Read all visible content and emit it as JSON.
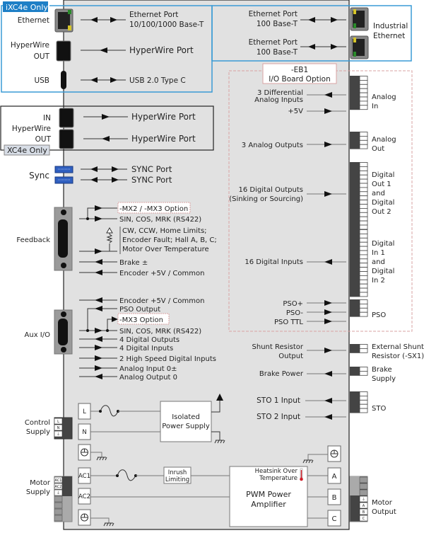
{
  "groups": {
    "ixc4e_only": "iXC4e Only",
    "xc4e_only": "XC4e Only",
    "industrial_ethernet": [
      "Industrial",
      "Ethernet"
    ],
    "eb1_option": [
      "-EB1",
      "I/O Board Option"
    ]
  },
  "left_connectors": {
    "ethernet": "Ethernet",
    "hyperwire_out": [
      "HyperWire",
      "OUT"
    ],
    "usb": "USB",
    "hw_in": "IN",
    "hw_mid": "HyperWire",
    "hw_out": "OUT",
    "sync": "Sync",
    "feedback": "Feedback",
    "aux_io": "Aux I/O",
    "control_supply": [
      "Control",
      "Supply"
    ],
    "motor_supply": [
      "Motor",
      "Supply"
    ]
  },
  "left_signals": {
    "eth_port": [
      "Ethernet Port",
      "10/100/1000 Base-T"
    ],
    "hw_port_ixc": "HyperWire Port",
    "usb_port": "USB 2.0 Type C",
    "hw_port_in": "HyperWire Port",
    "hw_port_out": "HyperWire Port",
    "sync1": "SYNC Port",
    "sync2": "SYNC Port",
    "fb_mx_option": "-MX2 / -MX3 Option",
    "fb_sincos": "SIN, COS, MRK (RS422)",
    "fb_limits": [
      "CW, CCW, Home Limits;",
      "Encoder Fault; Hall A, B, C;",
      "Motor Over Temperature"
    ],
    "fb_brake": "Brake ±",
    "fb_encoder": "Encoder +5V / Common",
    "aux_encoder": "Encoder +5V / Common",
    "aux_pso": "PSO Output",
    "aux_mx3": "-MX3 Option",
    "aux_sincos": "SIN, COS, MRK (RS422)",
    "aux_dout": "4 Digital Outputs",
    "aux_din": "4 Digital Inputs",
    "aux_hsin": "2 High Speed Digital Inputs",
    "aux_ain": "Analog Input 0±",
    "aux_aout": "Analog Output 0"
  },
  "right_signals": {
    "ie_port1": [
      "Ethernet Port",
      "100 Base-T"
    ],
    "ie_port2": [
      "Ethernet Port",
      "100 Base-T"
    ],
    "diff_analog": [
      "3 Differential",
      "Analog Inputs"
    ],
    "plus5v": "+5V",
    "analog_out": "3 Analog Outputs",
    "digital_out": [
      "16 Digital Outputs",
      "(Sinking or Sourcing)"
    ],
    "digital_in": "16 Digital Inputs",
    "pso_plus": "PSO+",
    "pso_minus": "PSO-",
    "pso_ttl": "PSO TTL",
    "shunt": [
      "Shunt Resistor",
      "Output"
    ],
    "brake_power": "Brake Power",
    "sto1": "STO 1 Input",
    "sto2": "STO 2 Input"
  },
  "right_connectors": {
    "analog_in": [
      "Analog",
      "In"
    ],
    "analog_out": [
      "Analog",
      "Out"
    ],
    "digital_out": [
      "Digital",
      "Out 1",
      "and",
      "Digital",
      "Out 2"
    ],
    "digital_in": [
      "Digital",
      "In 1",
      "and",
      "Digital",
      "In 2"
    ],
    "pso": "PSO",
    "ext_shunt": [
      "External Shunt",
      "Resistor (-SX1)"
    ],
    "brake_supply": [
      "Brake",
      "Supply"
    ],
    "sto": "STO",
    "motor_output": [
      "Motor",
      "Output"
    ]
  },
  "power": {
    "L": "L",
    "N": "N",
    "AC1": "AC1",
    "AC2": "AC2",
    "A": "A",
    "B": "B",
    "C": "C",
    "isolated_ps": [
      "Isolated",
      "Power Supply"
    ],
    "inrush": [
      "Inrush",
      "Limiting"
    ],
    "pwm": [
      "PWM Power",
      "Amplifier"
    ],
    "heatsink": [
      "Heatsink Over",
      "Temperature"
    ],
    "cs_pins": [
      "L",
      "N",
      "⏚"
    ],
    "ms_pins": [
      "AC1",
      "AC2",
      "⏚"
    ],
    "mo_pins": [
      "⏚",
      "A",
      "B",
      "C"
    ]
  },
  "colors": {
    "ixc_border": "#3a9bd5",
    "ixc_label_bg": "#1e7fc6",
    "eb1_dash": "#d9a3a3",
    "panel": "#e1e1e1",
    "sync_blue": "#2f5fc0",
    "thermo_red": "#d0202a"
  }
}
